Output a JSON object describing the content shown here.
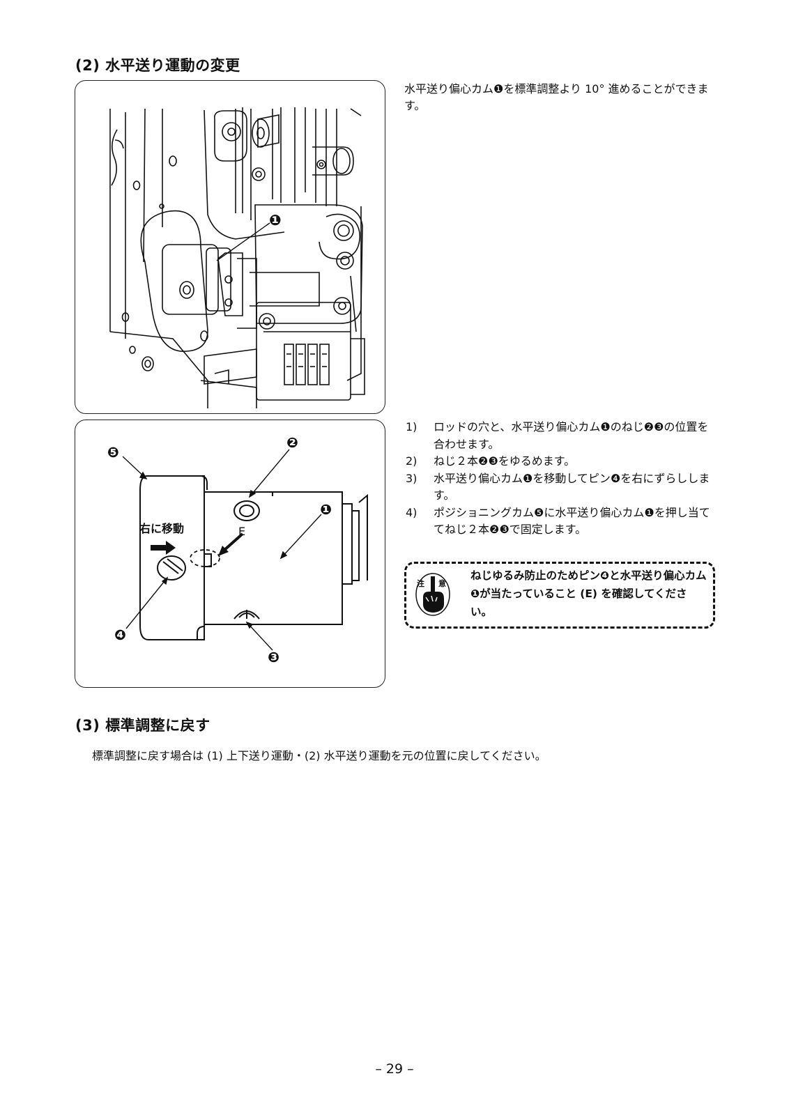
{
  "section2": {
    "heading": "(2) 水平送り運動の変更",
    "intro": "水平送り偏心カム❶を標準調整より 10° 進めることができます。"
  },
  "figure1": {
    "callout": "❶"
  },
  "figure2": {
    "label_move": "右に移動",
    "label_e": "E",
    "callout_1": "❶",
    "callout_2": "❷",
    "callout_3": "❸",
    "callout_4": "❹",
    "callout_5": "❺"
  },
  "steps": [
    {
      "num": "1)",
      "text": "ロッドの穴と、水平送り偏心カム❶のねじ❷❸の位置を合わせます。"
    },
    {
      "num": "2)",
      "text": "ねじ２本❷❸をゆるめます。"
    },
    {
      "num": "3)",
      "text": "水平送り偏心カム❶を移動してピン❹を右にずらしします。"
    },
    {
      "num": "4)",
      "text": "ポジショニングカム❺に水平送り偏心カム❶を押し当ててねじ２本❷❸で固定します。"
    }
  ],
  "caution": {
    "icon_label_left": "注",
    "icon_label_right": "意",
    "text": "ねじゆるみ防止のためピン❹と水平送り偏心カム❶が当たっていること (E) を確認してください。"
  },
  "section3": {
    "heading": "(3) 標準調整に戻す",
    "body": "標準調整に戻す場合は (1) 上下送り運動・(2) 水平送り運動を元の位置に戻してください。"
  },
  "page_number": "– 29 –"
}
